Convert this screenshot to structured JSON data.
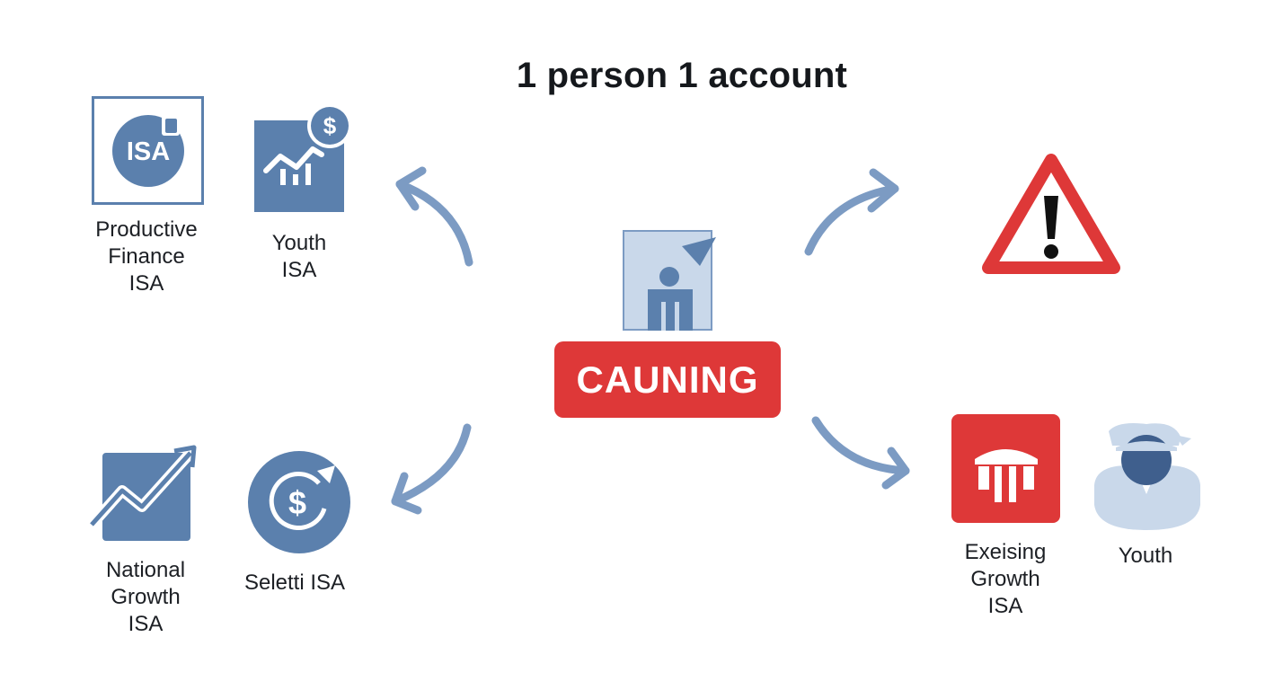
{
  "title": "1 person 1 account",
  "center_badge": "CAUNING",
  "left_top": [
    {
      "label": "Productive\nFinance\nISA",
      "icon": "isa-badge-icon",
      "icon_text": "ISA"
    },
    {
      "label": "Youth\nISA",
      "icon": "growth-chart-dollar-icon",
      "icon_text": "$"
    }
  ],
  "left_bottom": [
    {
      "label": "National\nGrowth\nISA",
      "icon": "trend-up-arrow-icon"
    },
    {
      "label": "Seletti ISA",
      "icon": "dollar-coin-icon",
      "icon_text": "$"
    }
  ],
  "right_bottom": [
    {
      "label": "Exeising\nGrowth\nISA",
      "icon": "bank-icon"
    },
    {
      "label": "Youth",
      "icon": "young-person-icon"
    }
  ],
  "right_top": {
    "icon": "warning-triangle-icon"
  },
  "center_icon": "person-check-icon",
  "colors": {
    "blue": "#5b80ad",
    "light_blue": "#c9d8ea",
    "red": "#de3838",
    "arrow": "#7c9bc3"
  }
}
